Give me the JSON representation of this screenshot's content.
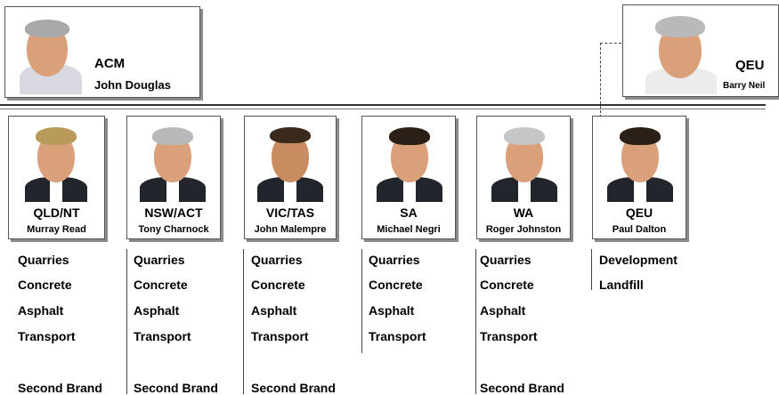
{
  "top_left": {
    "code": "ACM",
    "name": "John Douglas"
  },
  "top_right": {
    "code": "QEU",
    "name": "Barry Neil"
  },
  "managers": [
    {
      "code": "QLD/NT",
      "name": "Murray Read",
      "items": [
        "Quarries",
        "Concrete",
        "Asphalt",
        "Transport"
      ],
      "extra": "Second Brand"
    },
    {
      "code": "NSW/ACT",
      "name": "Tony Charnock",
      "items": [
        "Quarries",
        "Concrete",
        "Asphalt",
        "Transport"
      ],
      "extra": "Second Brand"
    },
    {
      "code": "VIC/TAS",
      "name": "John Malempre",
      "items": [
        "Quarries",
        "Concrete",
        "Asphalt",
        "Transport"
      ],
      "extra": "Second Brand"
    },
    {
      "code": "SA",
      "name": "Michael Negri",
      "items": [
        "Quarries",
        "Concrete",
        "Asphalt",
        "Transport"
      ],
      "extra": ""
    },
    {
      "code": "WA",
      "name": "Roger Johnston",
      "items": [
        "Quarries",
        "Concrete",
        "Asphalt",
        "Transport"
      ],
      "extra": "Second Brand"
    },
    {
      "code": "QEU",
      "name": "Paul Dalton",
      "items": [
        "Development",
        "Landfill"
      ],
      "extra": ""
    }
  ],
  "colors": {
    "suit": "#22252b",
    "hair_grey": "#b9b9b9",
    "hair_dark": "#2a2018",
    "hair_blond": "#b89a5a",
    "skin": "#d9a07a"
  }
}
